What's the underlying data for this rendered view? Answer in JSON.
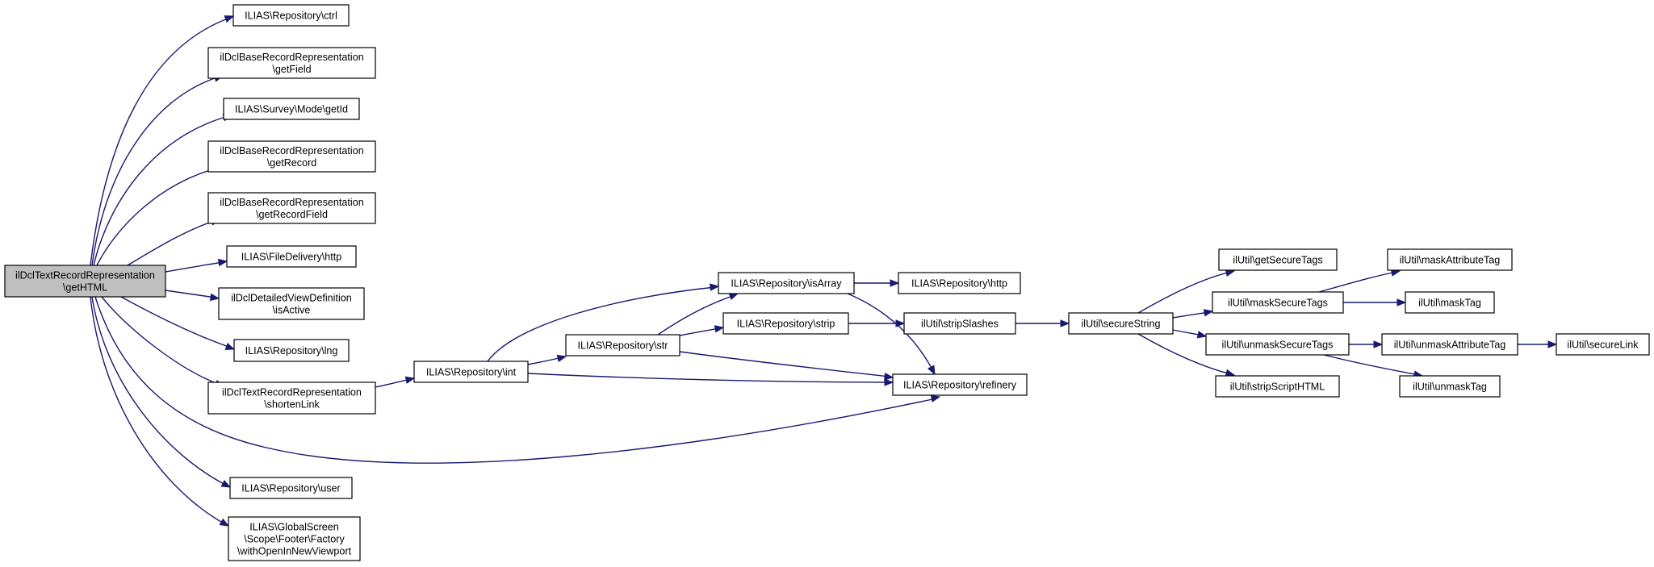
{
  "graph": {
    "nodes": [
      {
        "id": "root",
        "lines": [
          "ilDclTextRecordRepresentation",
          "\\getHTML"
        ],
        "root": true
      },
      {
        "id": "ctrl",
        "lines": [
          "ILIAS\\Repository\\ctrl"
        ]
      },
      {
        "id": "getField",
        "lines": [
          "ilDclBaseRecordRepresentation",
          "\\getField"
        ]
      },
      {
        "id": "getId",
        "lines": [
          "ILIAS\\Survey\\Mode\\getId"
        ]
      },
      {
        "id": "getRecord",
        "lines": [
          "ilDclBaseRecordRepresentation",
          "\\getRecord"
        ]
      },
      {
        "id": "getRecordField",
        "lines": [
          "ilDclBaseRecordRepresentation",
          "\\getRecordField"
        ]
      },
      {
        "id": "fdHttp",
        "lines": [
          "ILIAS\\FileDelivery\\http"
        ]
      },
      {
        "id": "isActive",
        "lines": [
          "ilDclDetailedViewDefinition",
          "\\isActive"
        ]
      },
      {
        "id": "lng",
        "lines": [
          "ILIAS\\Repository\\lng"
        ]
      },
      {
        "id": "shortenLink",
        "lines": [
          "ilDclTextRecordRepresentation",
          "\\shortenLink"
        ]
      },
      {
        "id": "user",
        "lines": [
          "ILIAS\\Repository\\user"
        ]
      },
      {
        "id": "withOpen",
        "lines": [
          "ILIAS\\GlobalScreen",
          "\\Scope\\Footer\\Factory",
          "\\withOpenInNewViewport"
        ]
      },
      {
        "id": "int",
        "lines": [
          "ILIAS\\Repository\\int"
        ]
      },
      {
        "id": "str",
        "lines": [
          "ILIAS\\Repository\\str"
        ]
      },
      {
        "id": "isArray",
        "lines": [
          "ILIAS\\Repository\\isArray"
        ]
      },
      {
        "id": "strip",
        "lines": [
          "ILIAS\\Repository\\strip"
        ]
      },
      {
        "id": "refinery",
        "lines": [
          "ILIAS\\Repository\\refinery"
        ]
      },
      {
        "id": "repoHttp",
        "lines": [
          "ILIAS\\Repository\\http"
        ]
      },
      {
        "id": "stripSlashes",
        "lines": [
          "ilUtil\\stripSlashes"
        ]
      },
      {
        "id": "secureString",
        "lines": [
          "ilUtil\\secureString"
        ]
      },
      {
        "id": "getSecureTags",
        "lines": [
          "ilUtil\\getSecureTags"
        ]
      },
      {
        "id": "maskSecureTags",
        "lines": [
          "ilUtil\\maskSecureTags"
        ]
      },
      {
        "id": "unmaskSecureTags",
        "lines": [
          "ilUtil\\unmaskSecureTags"
        ]
      },
      {
        "id": "stripScriptHTML",
        "lines": [
          "ilUtil\\stripScriptHTML"
        ]
      },
      {
        "id": "maskAttributeTag",
        "lines": [
          "ilUtil\\maskAttributeTag"
        ]
      },
      {
        "id": "maskTag",
        "lines": [
          "ilUtil\\maskTag"
        ]
      },
      {
        "id": "unmaskAttributeTag",
        "lines": [
          "ilUtil\\unmaskAttributeTag"
        ]
      },
      {
        "id": "unmaskTag",
        "lines": [
          "ilUtil\\unmaskTag"
        ]
      },
      {
        "id": "secureLink",
        "lines": [
          "ilUtil\\secureLink"
        ]
      }
    ],
    "edges": [
      [
        "root",
        "ctrl"
      ],
      [
        "root",
        "getField"
      ],
      [
        "root",
        "getId"
      ],
      [
        "root",
        "getRecord"
      ],
      [
        "root",
        "getRecordField"
      ],
      [
        "root",
        "fdHttp"
      ],
      [
        "root",
        "isActive"
      ],
      [
        "root",
        "lng"
      ],
      [
        "root",
        "shortenLink"
      ],
      [
        "root",
        "refinery"
      ],
      [
        "root",
        "user"
      ],
      [
        "root",
        "withOpen"
      ],
      [
        "shortenLink",
        "int"
      ],
      [
        "int",
        "isArray"
      ],
      [
        "int",
        "str"
      ],
      [
        "int",
        "refinery"
      ],
      [
        "str",
        "isArray"
      ],
      [
        "str",
        "strip"
      ],
      [
        "str",
        "refinery"
      ],
      [
        "isArray",
        "repoHttp"
      ],
      [
        "isArray",
        "refinery"
      ],
      [
        "strip",
        "stripSlashes"
      ],
      [
        "stripSlashes",
        "secureString"
      ],
      [
        "secureString",
        "getSecureTags"
      ],
      [
        "secureString",
        "maskSecureTags"
      ],
      [
        "secureString",
        "unmaskSecureTags"
      ],
      [
        "secureString",
        "stripScriptHTML"
      ],
      [
        "maskSecureTags",
        "maskAttributeTag"
      ],
      [
        "maskSecureTags",
        "maskTag"
      ],
      [
        "unmaskSecureTags",
        "unmaskAttributeTag"
      ],
      [
        "unmaskSecureTags",
        "unmaskTag"
      ],
      [
        "unmaskAttributeTag",
        "secureLink"
      ]
    ],
    "colors": {
      "edge": "#191970",
      "root_fill": "#bfbfbf",
      "node_fill": "#ffffff",
      "border": "#000000"
    }
  }
}
